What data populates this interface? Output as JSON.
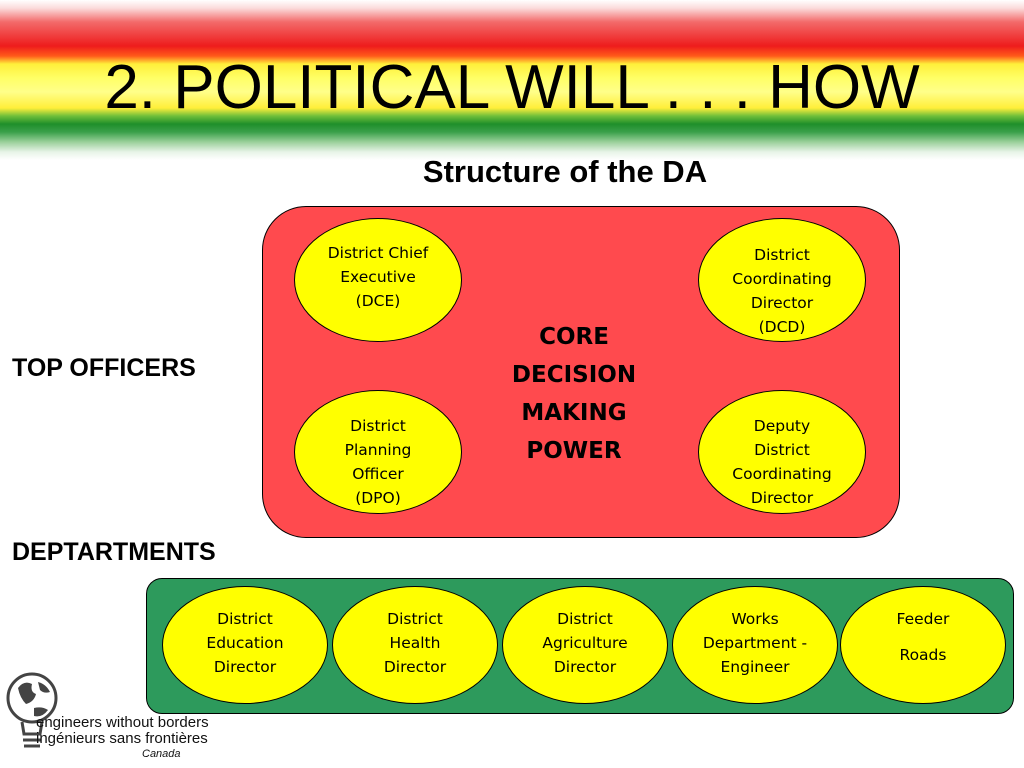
{
  "slide": {
    "title": "2. POLITICAL WILL . . . HOW",
    "subtitle": "Structure of the DA"
  },
  "labels": {
    "top_officers": "TOP OFFICERS",
    "departments": "DEPTARTMENTS"
  },
  "core": {
    "center_lines": [
      "CORE",
      "DECISION",
      "MAKING",
      "POWER"
    ],
    "officers": [
      {
        "lines": [
          "District Chief",
          "Executive",
          "(DCE)"
        ]
      },
      {
        "lines": [
          "District",
          "Coordinating",
          "Director",
          "(DCD)"
        ]
      },
      {
        "lines": [
          "District",
          "Planning",
          "Officer",
          "(DPO)"
        ]
      },
      {
        "lines": [
          "Deputy",
          "District",
          "Coordinating",
          "Director"
        ]
      }
    ]
  },
  "departments": [
    {
      "lines": [
        "District",
        "Education",
        "Director"
      ]
    },
    {
      "lines": [
        "District",
        "Health",
        "Director"
      ]
    },
    {
      "lines": [
        "District",
        "Agriculture",
        "Director"
      ]
    },
    {
      "lines": [
        "Works",
        "Department -",
        "Engineer"
      ]
    },
    {
      "lines": [
        "Feeder",
        "Roads"
      ]
    }
  ],
  "logo": {
    "line1": "engineers without borders",
    "line2": "ingénieurs sans frontières",
    "line3": "Canada"
  },
  "colors": {
    "core_box": "#ff4a4e",
    "dept_box": "#2d9a5c",
    "ellipse": "#ffff00"
  }
}
